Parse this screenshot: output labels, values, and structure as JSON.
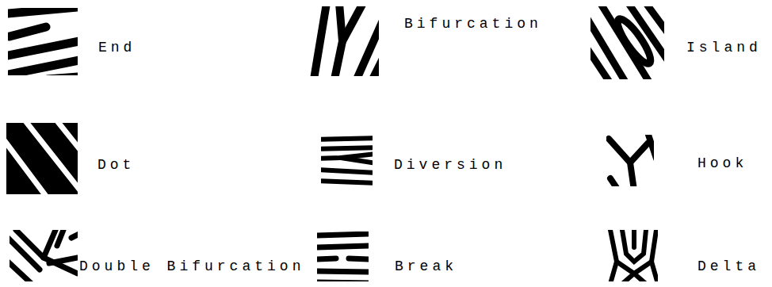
{
  "diagram": {
    "labels": [
      "End",
      "Bifurcation",
      "Island",
      "Dot",
      "Diversion",
      "Hook",
      "Double Bifurcation",
      "Break",
      "Delta"
    ]
  }
}
